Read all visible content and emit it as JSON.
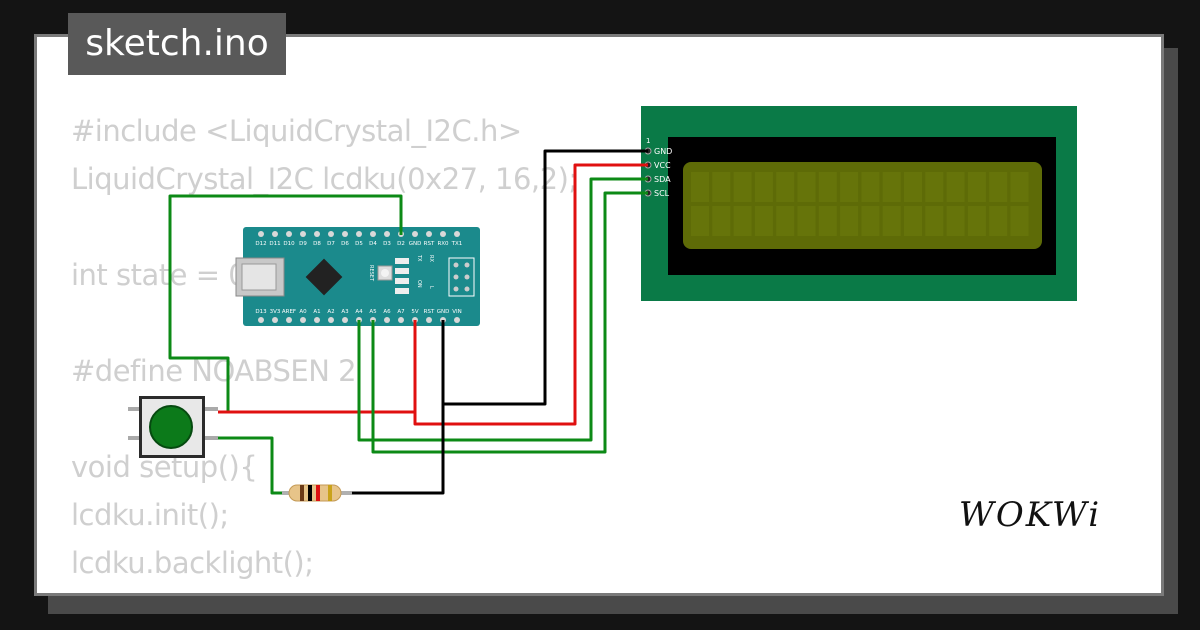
{
  "file_tab": {
    "label": "sketch.ino"
  },
  "code_lines": [
    "#include <LiquidCrystal_I2C.h>",
    "LiquidCrystal_I2C lcdku(0x27, 16,2);",
    "",
    "int state = 0;",
    "",
    "#define NOABSEN 2",
    "",
    "void setup(){",
    "lcdku.init();",
    "lcdku.backlight();"
  ],
  "lcd": {
    "pin1_label": "1",
    "pins": [
      "GND",
      "VCC",
      "SDA",
      "SCL"
    ]
  },
  "arduino": {
    "top_pins": [
      "D12",
      "D11",
      "D10",
      "D9",
      "D8",
      "D7",
      "D6",
      "D5",
      "D4",
      "D3",
      "D2",
      "GND",
      "RST",
      "RX0",
      "TX1"
    ],
    "bottom_pins": [
      "D13",
      "3V3",
      "AREF",
      "A0",
      "A1",
      "A2",
      "A3",
      "A4",
      "A5",
      "A6",
      "A7",
      "5V",
      "RST",
      "GND",
      "VIN"
    ],
    "reset_label": "RESET",
    "led_labels": [
      "TX",
      "RX",
      "ON",
      "L"
    ]
  },
  "brand": {
    "logo_text": "WOKWi"
  },
  "colors": {
    "board": "#0a7a47",
    "arduino": "#1b8a8c",
    "lcd_screen": "#5e6b07",
    "wire_green": "#0c8a16",
    "wire_red": "#e01010",
    "wire_black": "#000000"
  }
}
